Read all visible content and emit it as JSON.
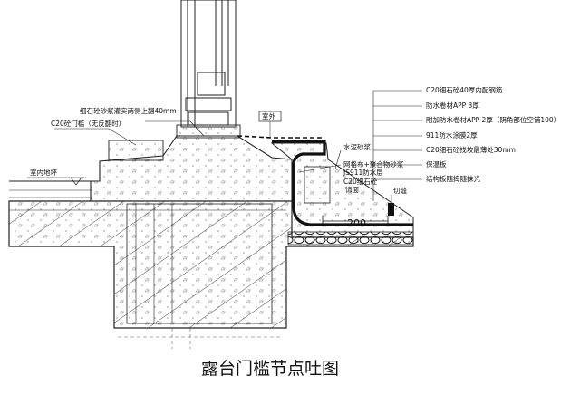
{
  "title": "露台门槛节点吐图",
  "labels": {
    "label_1": "C20细石砼40厚内配钢筋",
    "label_2": "防水卷材APP 3厚",
    "label_3": "附加防水卷材APP 2厚（阴角部位空铺100）",
    "label_4": "911防水涂膜2厚",
    "label_5": "C20细石砼找坡最薄处30mm",
    "label_6": "保温板",
    "label_7": "结构板随捣随抹光",
    "mortar": "水泥砂浆",
    "mesh": "网格布+聚合物砂浆",
    "coating": "JS911防水层",
    "c20_concrete": "C20细石砼",
    "bottom_layer": "饰面",
    "cut_joint": "切缝",
    "fine_stone_top": "细石砼砂浆灌实两侧上翻40mm",
    "door_sill": "C20砼门槛（无反翻时）",
    "indoor_floor": "室内地坪",
    "outdoor_mark": "室外"
  },
  "dimension": "200"
}
